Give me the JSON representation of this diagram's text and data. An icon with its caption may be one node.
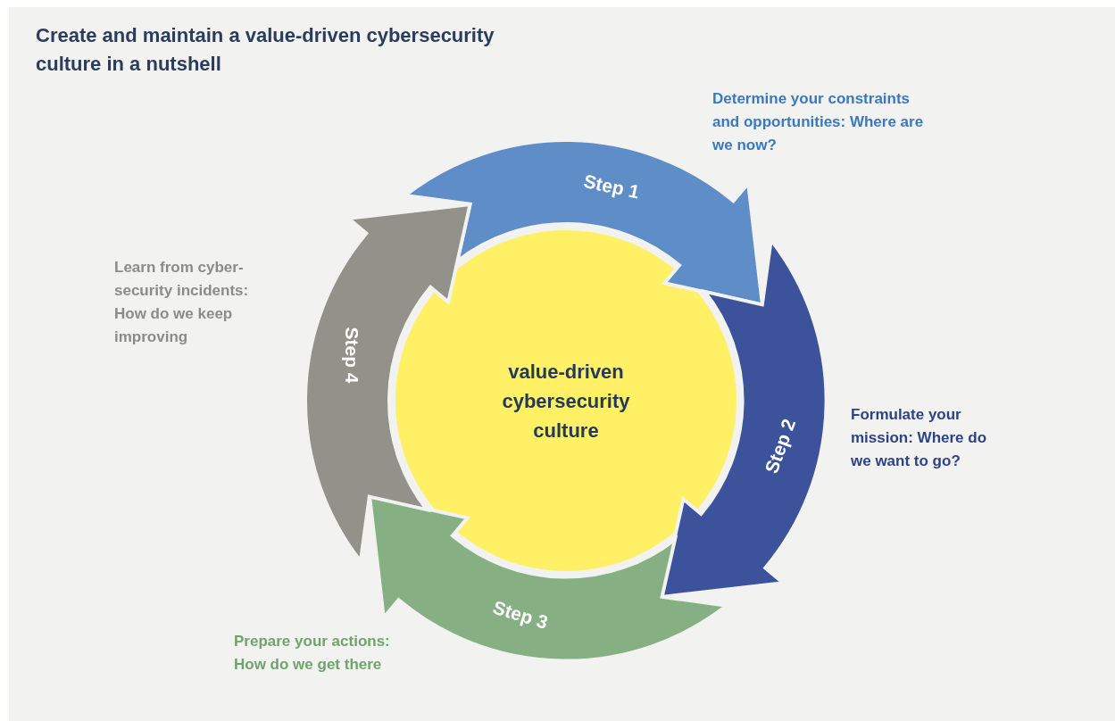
{
  "diagram": {
    "title": "Create and maintain a value-driven cybersecurity culture in a nutshell",
    "nodes": [
      {
        "text": [
          "value-driven cybersecurity culture"
        ]
      },
      {
        "text": [
          "Step 1"
        ],
        "beside": [
          "Determine your constraints and opportunities: Where are we now?"
        ]
      },
      {
        "text": [
          "Step 2"
        ],
        "beside": [
          "Formulate your mission: Where do we want to go?"
        ]
      },
      {
        "text": [
          "Step 3"
        ],
        "beside": [
          "Prepare your actions: How do we get there"
        ]
      },
      {
        "text": [
          "Step 4"
        ],
        "beside": [
          "Learn from cyber-security incidents: How do we keep improving"
        ]
      }
    ]
  }
}
